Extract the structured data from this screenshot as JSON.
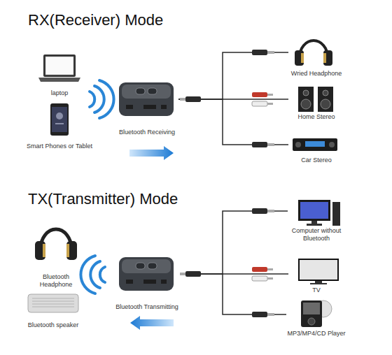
{
  "diagram": {
    "nodes": [
      {
        "text": [
          "laptop"
        ]
      },
      {
        "text": [
          "Smart Phones or Tablet"
        ]
      },
      {
        "text": [
          "Bluetooth Receiving"
        ]
      },
      {
        "text": [
          "Wried Headphone"
        ]
      },
      {
        "text": [
          "Home Stereo"
        ]
      },
      {
        "text": [
          "Car Stereo"
        ]
      },
      {
        "text": [
          "Bluetooth Headphone"
        ]
      },
      {
        "text": [
          "Bluetooth speaker"
        ]
      },
      {
        "text": [
          "Bluetooth Transmitting"
        ]
      },
      {
        "text": [
          "Computer without Bluetooth"
        ]
      },
      {
        "text": [
          "TV"
        ]
      },
      {
        "text": [
          "MP3/MP4/CD Player"
        ]
      }
    ],
    "edges": [
      {
        "from": 2,
        "to": 3,
        "arrow": "none"
      },
      {
        "from": 2,
        "to": 4,
        "arrow": "none"
      },
      {
        "from": 2,
        "to": 5,
        "arrow": "none"
      },
      {
        "from": 8,
        "to": 9,
        "arrow": "none"
      },
      {
        "from": 8,
        "to": 10,
        "arrow": "none"
      },
      {
        "from": 8,
        "to": 11,
        "arrow": "none"
      }
    ],
    "labels": [
      "RX(Receiver) Mode",
      "TX(Transmitter) Mode"
    ]
  }
}
